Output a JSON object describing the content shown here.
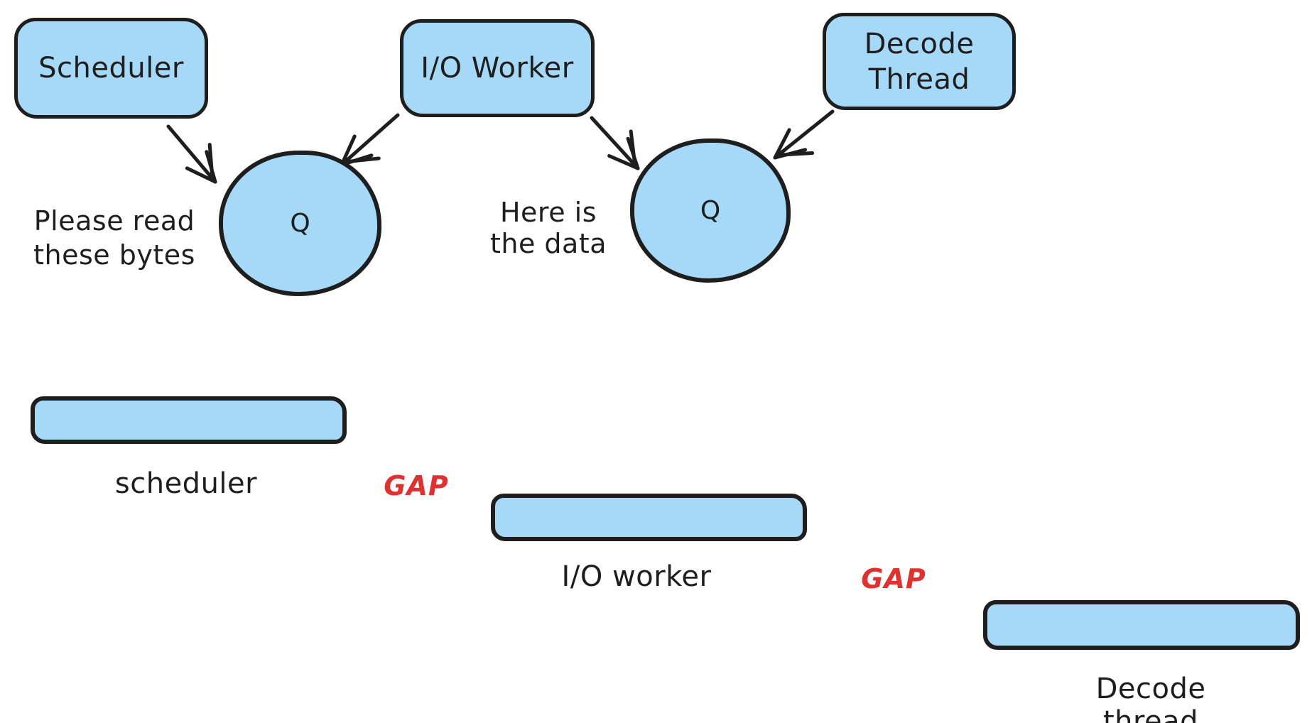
{
  "colors": {
    "background": "#ffffff",
    "node_fill": "#a6d8f7",
    "stroke": "#1e1e1e",
    "text": "#1e1e1e",
    "gap_text": "#e03131"
  },
  "nodes": {
    "scheduler": {
      "label": "Scheduler"
    },
    "io_worker": {
      "label": "I/O Worker"
    },
    "decode_thread": {
      "label": "Decode\nThread"
    },
    "queue1": {
      "label": "Q"
    },
    "queue2": {
      "label": "Q"
    }
  },
  "annotations": {
    "please_read": {
      "text": "Please read\nthese bytes"
    },
    "here_is": {
      "text": "Here is\nthe data"
    }
  },
  "arrows": [
    {
      "name": "arrow-scheduler-to-queue1",
      "from": "Scheduler",
      "to": "Q"
    },
    {
      "name": "arrow-io-worker-to-queue1",
      "from": "I/O Worker",
      "to": "Q"
    },
    {
      "name": "arrow-io-worker-to-queue2",
      "from": "I/O Worker",
      "to": "Q"
    },
    {
      "name": "arrow-decode-thread-to-queue2",
      "from": "Decode Thread",
      "to": "Q"
    }
  ],
  "timeline": {
    "bars": [
      {
        "label": "scheduler"
      },
      {
        "label": "I/O worker"
      },
      {
        "label": "Decode thread"
      }
    ],
    "gaps": [
      {
        "label": "GAP"
      },
      {
        "label": "GAP"
      }
    ]
  }
}
